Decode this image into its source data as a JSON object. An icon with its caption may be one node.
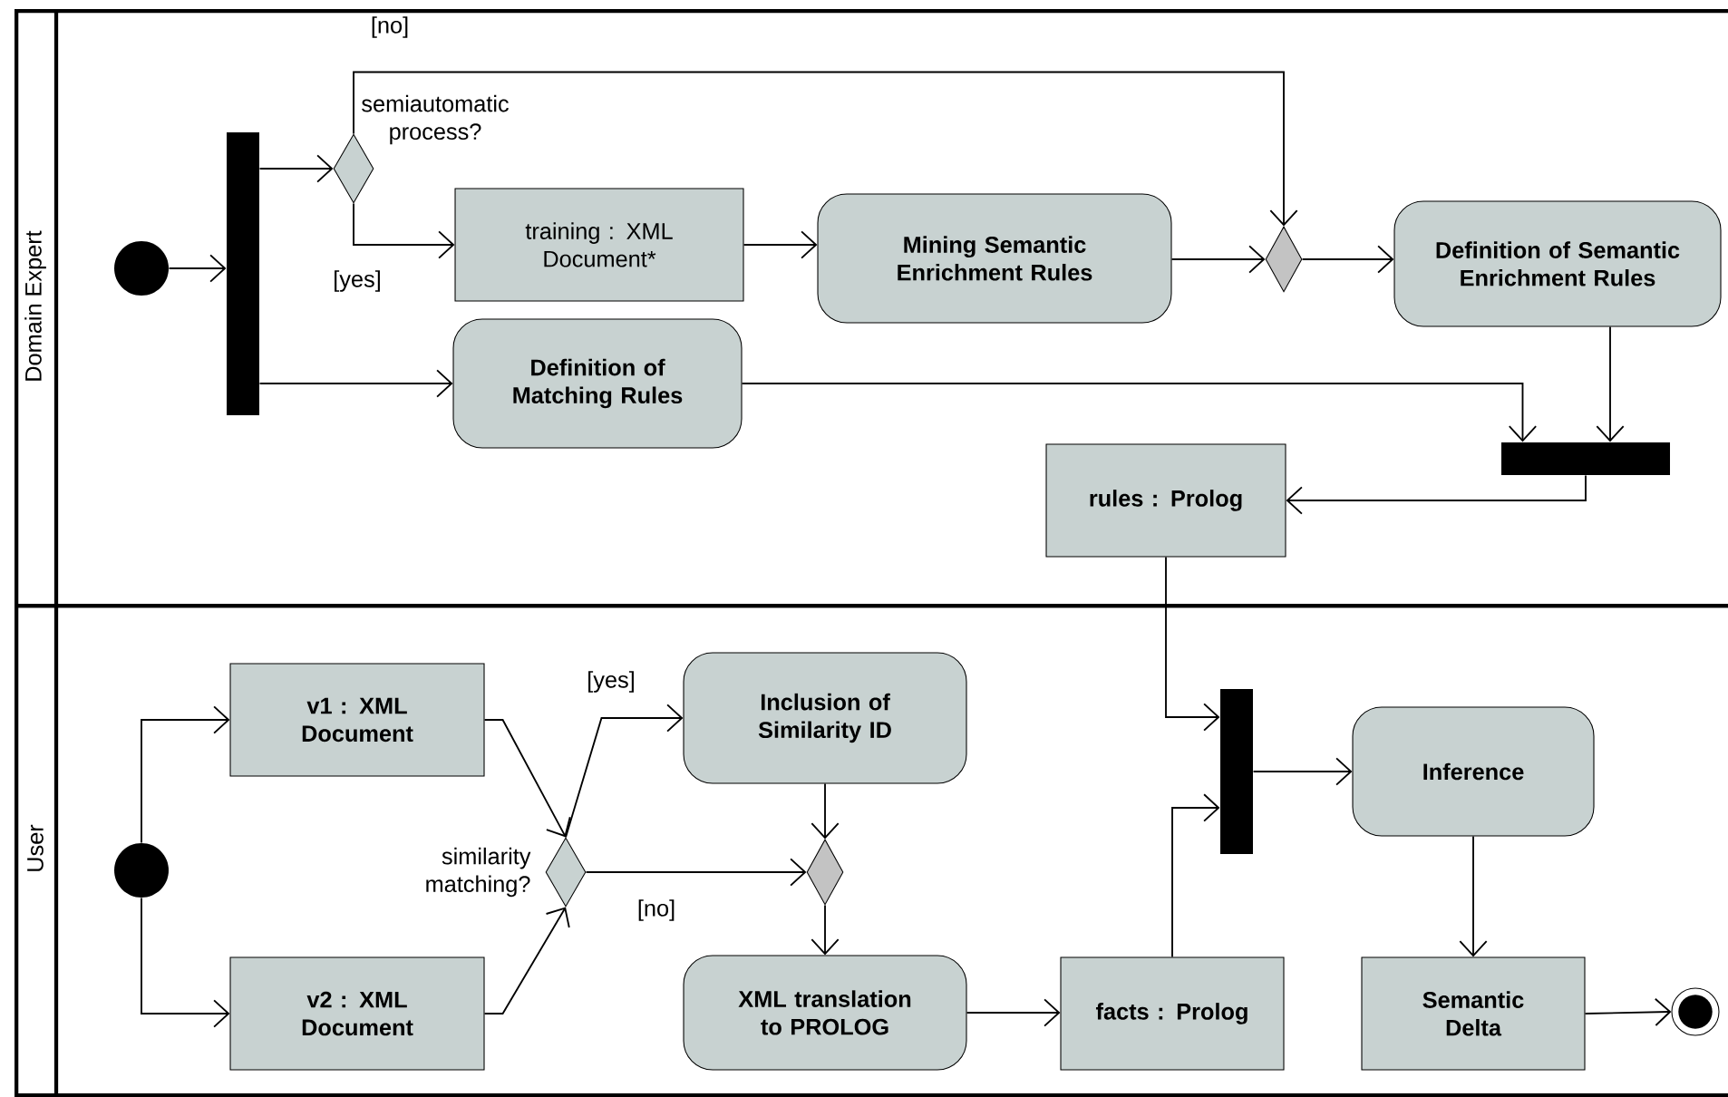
{
  "diagram": {
    "nodes": [
      {
        "text": [
          "Domain Expert"
        ]
      },
      {
        "text": [
          "User"
        ]
      },
      {
        "text": [],
        "shape": "circle",
        "in": 0
      },
      {
        "text": [],
        "shape": "bar",
        "in": 0
      },
      {
        "text": [],
        "shape": "diamond",
        "in": 0,
        "beside": [
          "semiautomatic process?"
        ]
      },
      {
        "text": [
          "training : XML Document*"
        ],
        "in": 0
      },
      {
        "text": [
          "Mining Semantic Enrichment Rules"
        ],
        "in": 0
      },
      {
        "text": [],
        "shape": "diamond",
        "in": 0
      },
      {
        "text": [
          "Definition of Semantic Enrichment Rules"
        ],
        "in": 0
      },
      {
        "text": [
          "Definition of Matching Rules"
        ],
        "in": 0
      },
      {
        "text": [],
        "shape": "bar",
        "in": 0
      },
      {
        "text": [
          "rules : Prolog"
        ],
        "in": 0
      },
      {
        "text": [],
        "shape": "circle",
        "in": 1
      },
      {
        "text": [
          "v1 : XML Document"
        ],
        "in": 1
      },
      {
        "text": [
          "v2 : XML Document"
        ],
        "in": 1
      },
      {
        "text": [],
        "shape": "diamond",
        "in": 1,
        "beside": [
          "similarity matching?"
        ]
      },
      {
        "text": [
          "Inclusion of Similarity ID"
        ],
        "in": 1
      },
      {
        "text": [],
        "shape": "diamond",
        "in": 1
      },
      {
        "text": [
          "XML translation to PROLOG"
        ],
        "in": 1
      },
      {
        "text": [
          "facts : Prolog"
        ],
        "in": 1
      },
      {
        "text": [],
        "shape": "bar",
        "in": 1
      },
      {
        "text": [
          "Inference"
        ],
        "in": 1
      },
      {
        "text": [
          "Semantic Delta"
        ],
        "in": 1
      },
      {
        "text": [],
        "shape": "circle",
        "in": 1
      }
    ],
    "edges": [
      {
        "from": 2,
        "to": 3,
        "arrow": "to"
      },
      {
        "from": 3,
        "to": 4,
        "arrow": "to"
      },
      {
        "from": 4,
        "to": 5,
        "arrow": "to",
        "label": "[yes]"
      },
      {
        "from": 4,
        "to": 7,
        "arrow": "to",
        "label": "[no]"
      },
      {
        "from": 5,
        "to": 6,
        "arrow": "to"
      },
      {
        "from": 6,
        "to": 7,
        "arrow": "to"
      },
      {
        "from": 7,
        "to": 8,
        "arrow": "to"
      },
      {
        "from": 3,
        "to": 9,
        "arrow": "to"
      },
      {
        "from": 9,
        "to": 10,
        "arrow": "to"
      },
      {
        "from": 8,
        "to": 10,
        "arrow": "to"
      },
      {
        "from": 10,
        "to": 11,
        "arrow": "to"
      },
      {
        "from": 11,
        "to": 20,
        "arrow": "to"
      },
      {
        "from": 12,
        "to": 13,
        "arrow": "to"
      },
      {
        "from": 12,
        "to": 14,
        "arrow": "to"
      },
      {
        "from": 13,
        "to": 15,
        "arrow": "to"
      },
      {
        "from": 14,
        "to": 15,
        "arrow": "to"
      },
      {
        "from": 15,
        "to": 16,
        "arrow": "to",
        "label": "[yes]"
      },
      {
        "from": 15,
        "to": 17,
        "arrow": "to",
        "label": "[no]"
      },
      {
        "from": 16,
        "to": 17,
        "arrow": "to"
      },
      {
        "from": 17,
        "to": 18,
        "arrow": "to"
      },
      {
        "from": 18,
        "to": 19,
        "arrow": "to"
      },
      {
        "from": 19,
        "to": 20,
        "arrow": "to"
      },
      {
        "from": 20,
        "to": 21,
        "arrow": "to"
      },
      {
        "from": 21,
        "to": 22,
        "arrow": "to"
      },
      {
        "from": 22,
        "to": 23,
        "arrow": "to"
      }
    ]
  }
}
